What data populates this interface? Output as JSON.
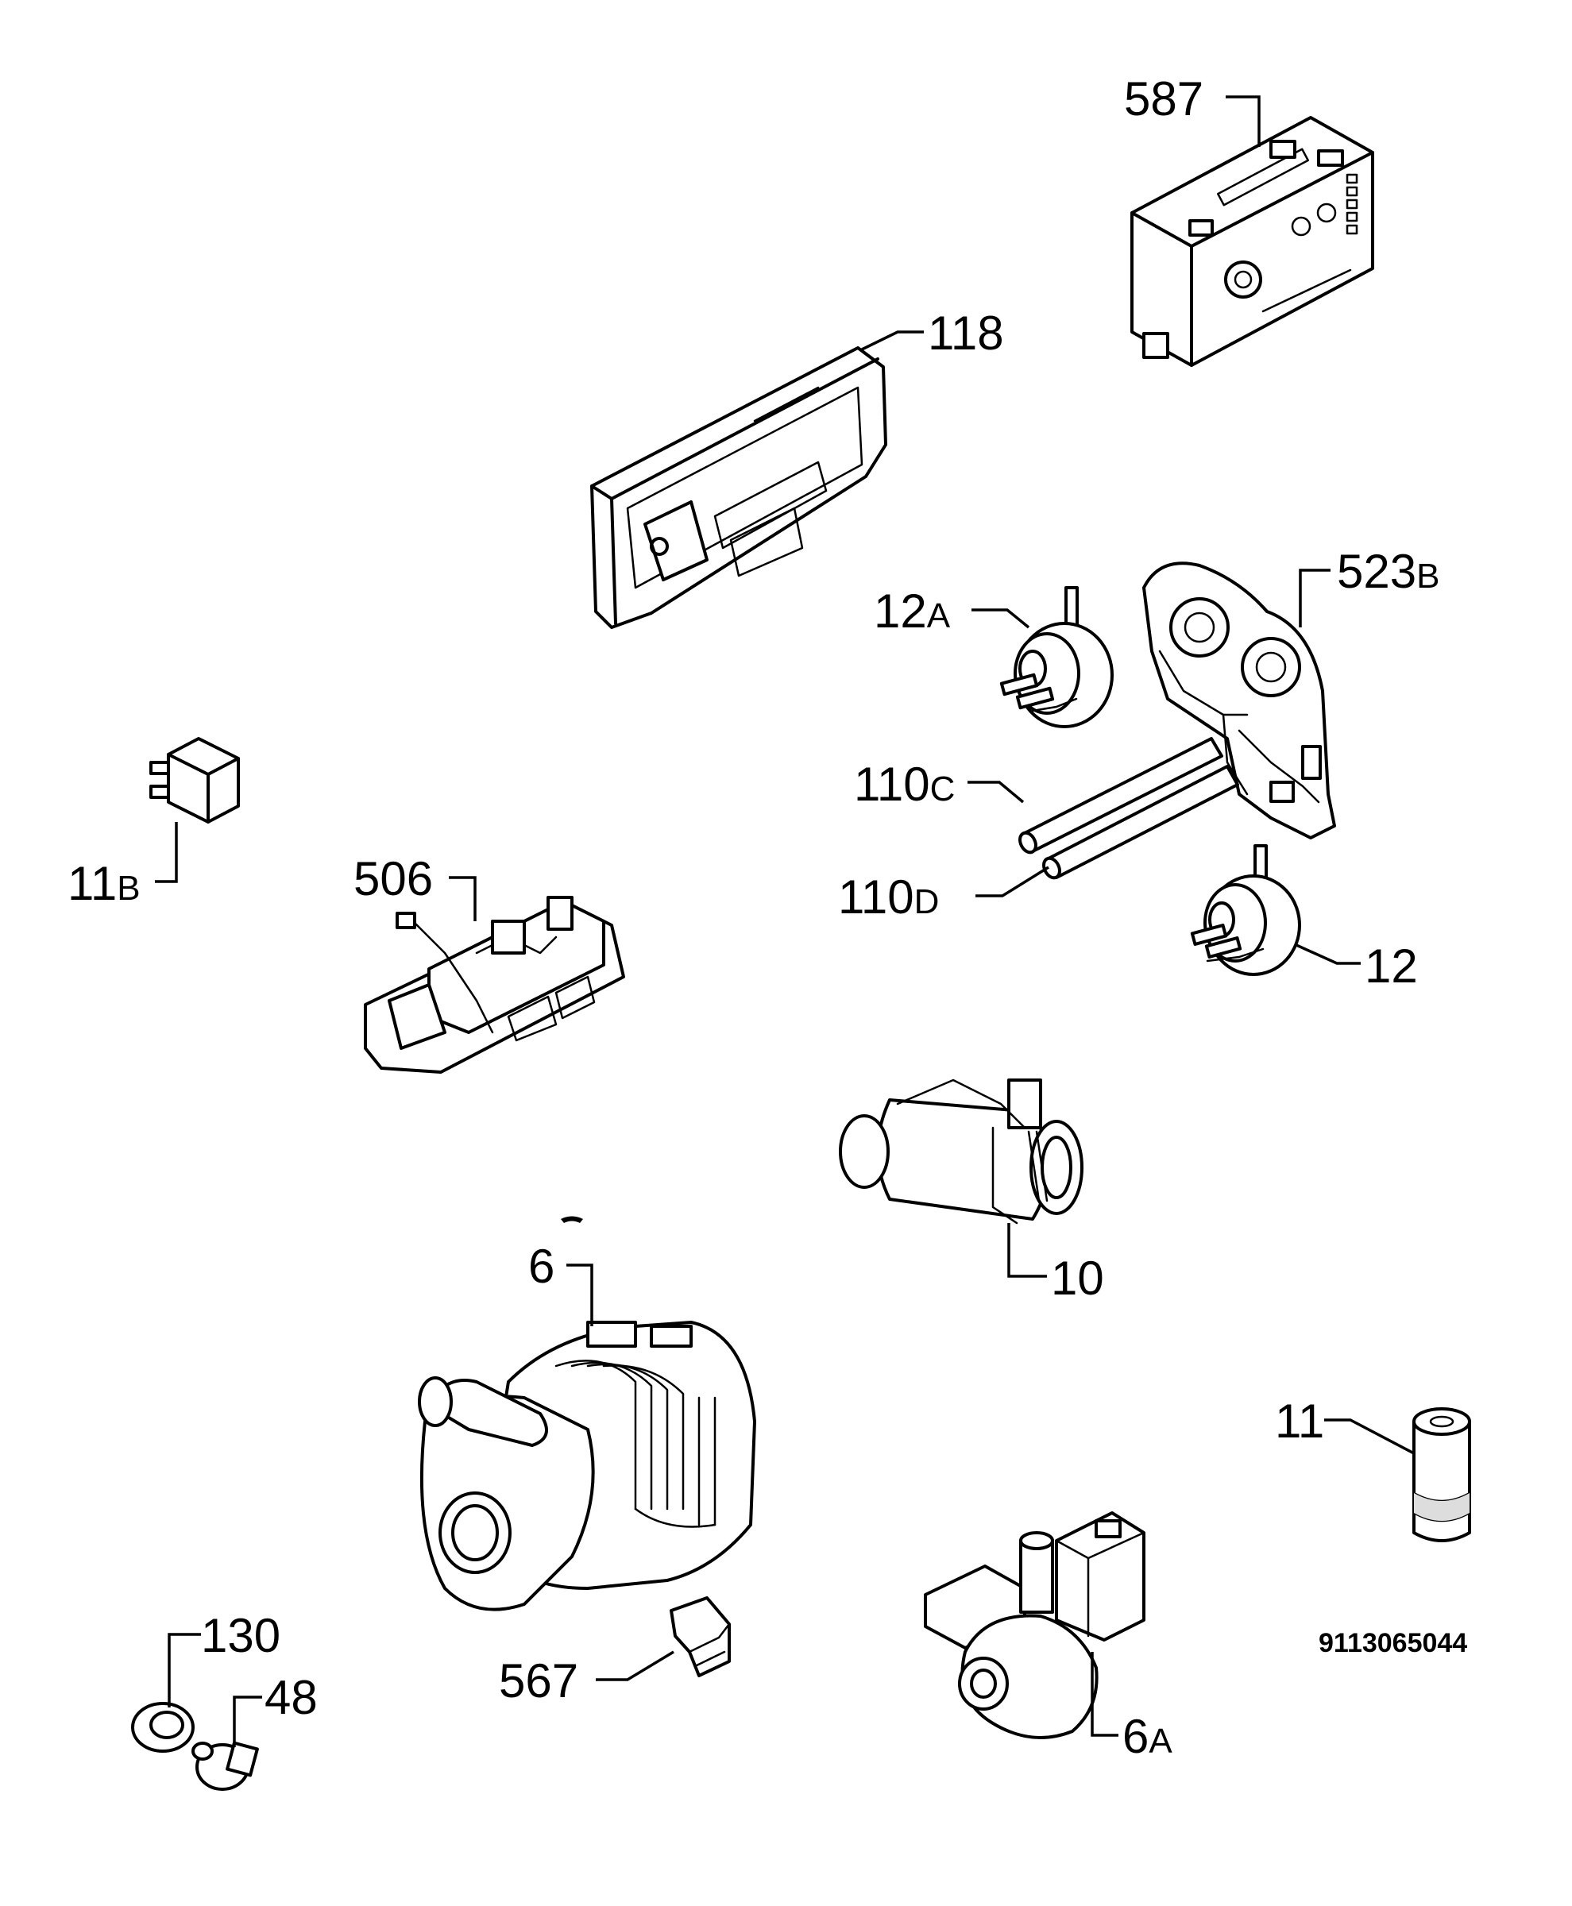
{
  "callouts": [
    {
      "id": "587",
      "number": "587",
      "suffix": ""
    },
    {
      "id": "118",
      "number": "118",
      "suffix": ""
    },
    {
      "id": "523b",
      "number": "523",
      "suffix": "B"
    },
    {
      "id": "12a",
      "number": "12",
      "suffix": "A"
    },
    {
      "id": "110c",
      "number": "110",
      "suffix": "C"
    },
    {
      "id": "110d",
      "number": "110",
      "suffix": "D"
    },
    {
      "id": "12",
      "number": "12",
      "suffix": ""
    },
    {
      "id": "11b",
      "number": "11",
      "suffix": "B"
    },
    {
      "id": "506",
      "number": "506",
      "suffix": ""
    },
    {
      "id": "10",
      "number": "10",
      "suffix": ""
    },
    {
      "id": "6",
      "number": "6",
      "suffix": ""
    },
    {
      "id": "11",
      "number": "11",
      "suffix": ""
    },
    {
      "id": "130",
      "number": "130",
      "suffix": ""
    },
    {
      "id": "48",
      "number": "48",
      "suffix": ""
    },
    {
      "id": "567",
      "number": "567",
      "suffix": ""
    },
    {
      "id": "6a",
      "number": "6",
      "suffix": "A"
    }
  ],
  "reference_number": "9113065044"
}
